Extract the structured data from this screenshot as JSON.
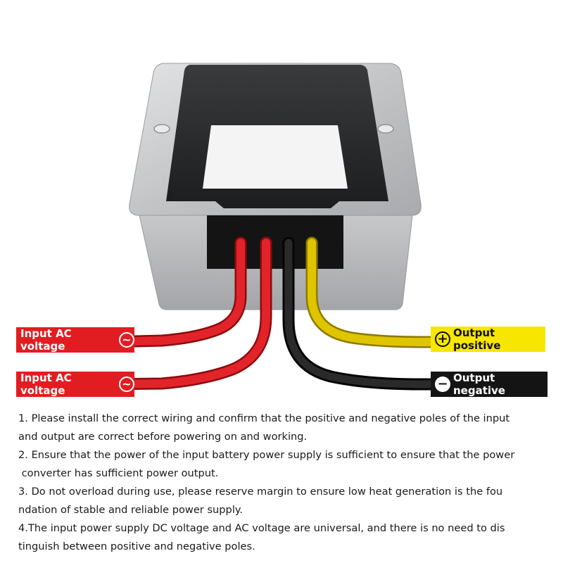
{
  "labels": {
    "input_1": "Input AC voltage",
    "input_2": "Input AC voltage",
    "output_pos": "Output positive",
    "output_neg": "Output negative",
    "ac_symbol": "~",
    "plus_symbol": "+",
    "minus_symbol": "−"
  },
  "notes": [
    "1. Please install the correct wiring and confirm that the positive and negative poles of the input",
    "and output are correct before powering on and working.",
    "2. Ensure that the power of the input battery power supply is sufficient to ensure that the power",
    " converter has sufficient power output.",
    "3. Do not overload during use, please reserve margin to ensure low heat generation is the fou",
    "ndation of stable and reliable power supply.",
    "4.The input power supply DC voltage and AC voltage are universal, and there is no need to dis",
    "tinguish between positive and negative poles."
  ],
  "colors": {
    "red": "#e21d22",
    "yellow": "#f6e600",
    "black": "#141414",
    "housing": "#c9cacc"
  },
  "icons": [
    "ac-symbol-icon",
    "plus-circle-icon",
    "minus-circle-icon"
  ]
}
